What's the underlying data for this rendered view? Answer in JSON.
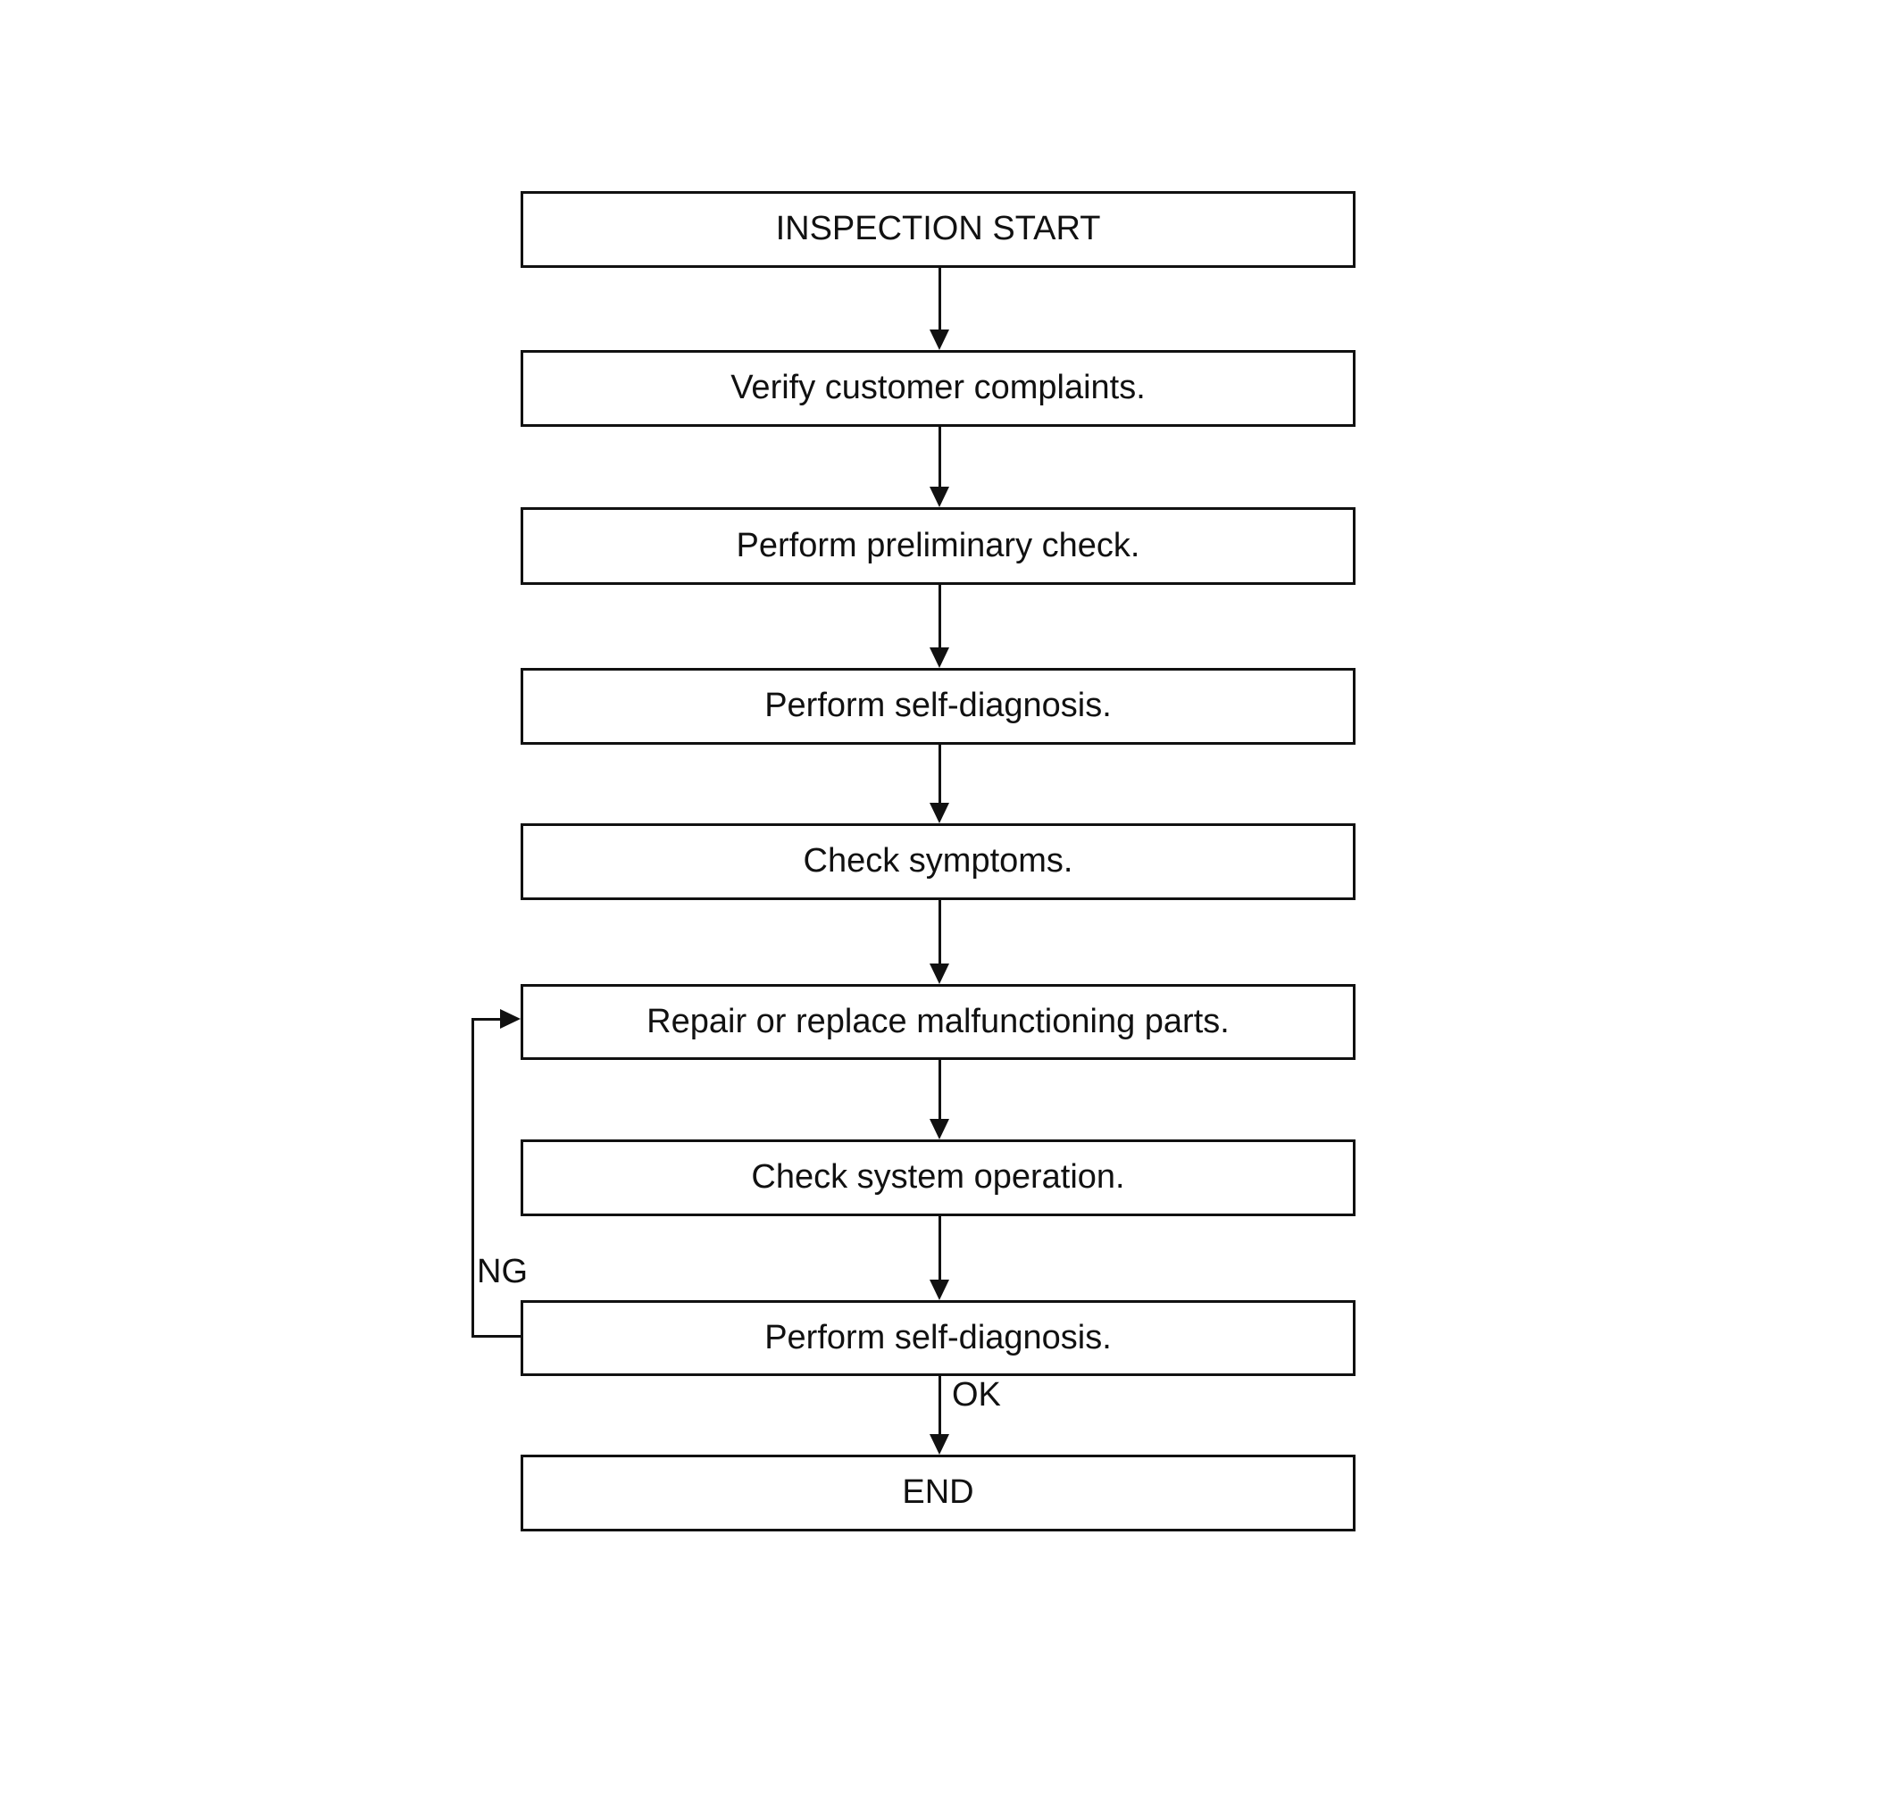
{
  "page": {
    "background_color": "#ffffff",
    "line_color": "#111111",
    "box_fill_color": "#ffffff",
    "text_color": "#111111"
  },
  "flowchart": {
    "nodes": [
      {
        "id": "inspection-start",
        "label": "INSPECTION START"
      },
      {
        "id": "verify-customer-complaints",
        "label": "Verify customer complaints."
      },
      {
        "id": "perform-preliminary-check",
        "label": "Perform preliminary check."
      },
      {
        "id": "perform-self-diagnosis-1",
        "label": "Perform self-diagnosis."
      },
      {
        "id": "check-symptoms",
        "label": "Check symptoms."
      },
      {
        "id": "repair-or-replace",
        "label": "Repair or replace malfunctioning parts."
      },
      {
        "id": "check-system-operation",
        "label": "Check system operation."
      },
      {
        "id": "perform-self-diagnosis-2",
        "label": "Perform self-diagnosis."
      },
      {
        "id": "end",
        "label": "END"
      }
    ],
    "edges": [
      {
        "from": "inspection-start",
        "to": "verify-customer-complaints",
        "label": ""
      },
      {
        "from": "verify-customer-complaints",
        "to": "perform-preliminary-check",
        "label": ""
      },
      {
        "from": "perform-preliminary-check",
        "to": "perform-self-diagnosis-1",
        "label": ""
      },
      {
        "from": "perform-self-diagnosis-1",
        "to": "check-symptoms",
        "label": ""
      },
      {
        "from": "check-symptoms",
        "to": "repair-or-replace",
        "label": ""
      },
      {
        "from": "repair-or-replace",
        "to": "check-system-operation",
        "label": ""
      },
      {
        "from": "check-system-operation",
        "to": "perform-self-diagnosis-2",
        "label": ""
      },
      {
        "from": "perform-self-diagnosis-2",
        "to": "end",
        "label": "OK"
      },
      {
        "from": "perform-self-diagnosis-2",
        "to": "repair-or-replace",
        "label": "NG"
      }
    ]
  }
}
